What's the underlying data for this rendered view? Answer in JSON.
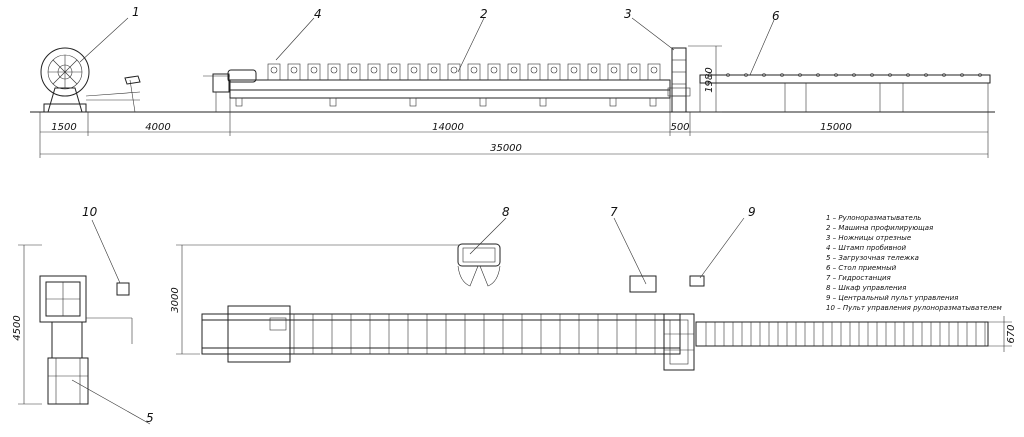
{
  "labels": {
    "l1": "1",
    "l2": "2",
    "l3": "3",
    "l4": "4",
    "l5": "5",
    "l6": "6",
    "l7": "7",
    "l8": "8",
    "l9": "9",
    "l10": "10"
  },
  "dimensions": {
    "d1500": "1500",
    "d4000": "4000",
    "d14000": "14000",
    "d500": "500",
    "d15000": "15000",
    "d35000": "35000",
    "d1980": "1980",
    "d4500": "4500",
    "d3000": "3000",
    "d670": "670"
  },
  "legend": [
    "1 – Рулоноразматыватель",
    "2 – Машина профилирующая",
    "3 – Ножницы отрезные",
    "4 – Штамп пробивной",
    "5 – Загрузочная тележка",
    "6 – Стол приемный",
    "7 – Гидростанция",
    "8 – Шкаф управления",
    "9 – Центральный пульт управления",
    "10 – Пульт управления рулоноразматывателем"
  ]
}
